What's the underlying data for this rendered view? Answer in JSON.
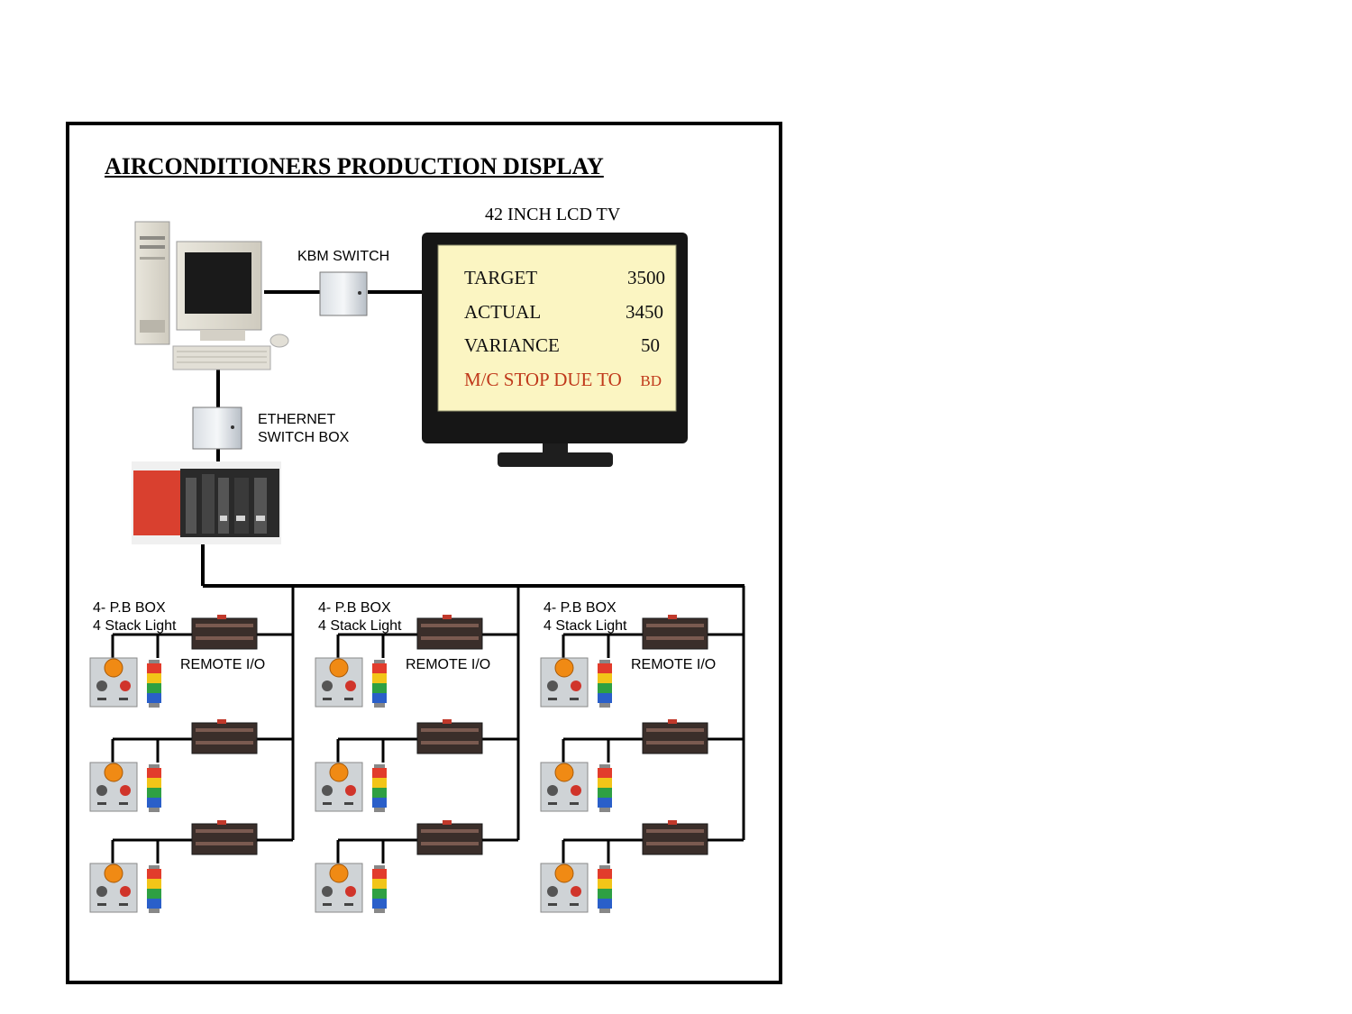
{
  "title": "AIRCONDITIONERS PRODUCTION DISPLAY",
  "tv": {
    "label": "42  INCH LCD TV",
    "rows": [
      {
        "label": "TARGET",
        "value": "3500"
      },
      {
        "label": "ACTUAL",
        "value": "3450"
      },
      {
        "label": "VARIANCE",
        "value": "50"
      },
      {
        "label": "M/C STOP DUE TO",
        "value": "BD"
      }
    ],
    "screen_color": "#fbf5c2",
    "alert_color": "#c0391b"
  },
  "kbm_switch_label": "KBM SWITCH",
  "ethernet_label": [
    "ETHERNET",
    "SWITCH BOX"
  ],
  "groups": [
    {
      "pb_label": "4- P.B BOX",
      "stack_label": "4 Stack Light",
      "remote_label": "REMOTE I/O"
    },
    {
      "pb_label": "4- P.B BOX",
      "stack_label": "4 Stack Light",
      "remote_label": "REMOTE I/O"
    },
    {
      "pb_label": "4- P.B BOX",
      "stack_label": "4 Stack Light",
      "remote_label": "REMOTE I/O"
    }
  ],
  "icons": [
    "desktop-computer-icon",
    "switch-box-icon",
    "lcd-tv-icon",
    "plc-rack-icon",
    "push-button-box-icon",
    "stack-light-icon",
    "remote-io-module-icon"
  ],
  "colors": {
    "plc_red": "#d9402f",
    "stack_red": "#e23c2c",
    "stack_yellow": "#f2c518",
    "stack_green": "#2ea043",
    "stack_blue": "#2a5fc9",
    "pb_orange": "#f08a14"
  }
}
